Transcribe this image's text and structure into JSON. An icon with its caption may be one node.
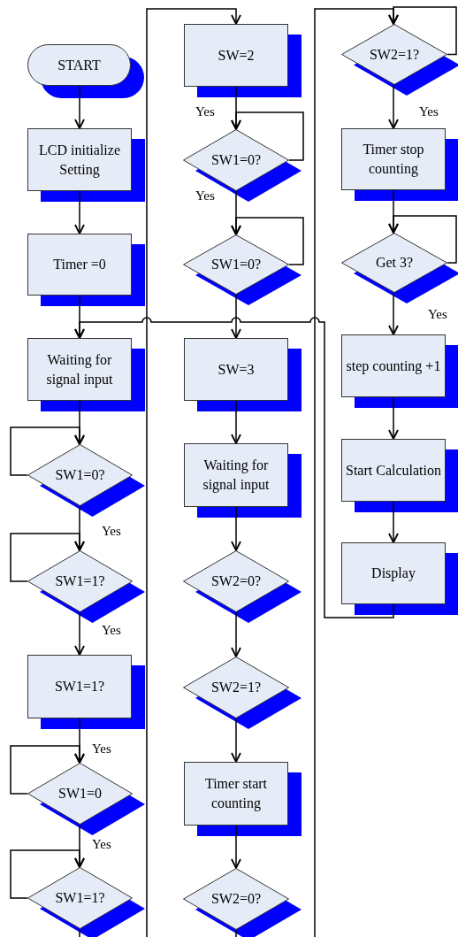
{
  "diagram": {
    "nodes": [
      {
        "text": [
          "START"
        ]
      },
      {
        "text": [
          "LCD initialize Setting"
        ]
      },
      {
        "text": [
          "Timer =0"
        ]
      },
      {
        "text": [
          "Waiting for signal input"
        ]
      },
      {
        "text": [
          "SW1=0?"
        ]
      },
      {
        "text": [
          "SW1=1?"
        ]
      },
      {
        "text": [
          "SW1=1?"
        ]
      },
      {
        "text": [
          "SW1=0"
        ]
      },
      {
        "text": [
          "SW1=1?"
        ]
      },
      {
        "text": [
          "SW=2"
        ]
      },
      {
        "text": [
          "SW1=0?"
        ]
      },
      {
        "text": [
          "SW1=0?"
        ]
      },
      {
        "text": [
          "SW=3"
        ]
      },
      {
        "text": [
          "Waiting for signal input"
        ]
      },
      {
        "text": [
          "SW2=0?"
        ]
      },
      {
        "text": [
          "SW2=1?"
        ]
      },
      {
        "text": [
          "Timer start counting"
        ]
      },
      {
        "text": [
          "SW2=0?"
        ]
      },
      {
        "text": [
          "SW2=1?"
        ]
      },
      {
        "text": [
          "Timer stop counting"
        ]
      },
      {
        "text": [
          "Get 3?"
        ]
      },
      {
        "text": [
          "step counting +1"
        ]
      },
      {
        "text": [
          "Start Calculation"
        ]
      },
      {
        "text": [
          "Display"
        ]
      }
    ],
    "edges": [
      {
        "from": 0,
        "to": 1,
        "arrow": "to"
      },
      {
        "from": 1,
        "to": 2,
        "arrow": "to"
      },
      {
        "from": 2,
        "to": 3,
        "arrow": "to"
      },
      {
        "from": 3,
        "to": 4,
        "arrow": "to"
      },
      {
        "from": 4,
        "to": 4,
        "arrow": "to"
      },
      {
        "from": 4,
        "to": 5,
        "arrow": "to",
        "label": "Yes"
      },
      {
        "from": 5,
        "to": 5,
        "arrow": "to"
      },
      {
        "from": 5,
        "to": 6,
        "arrow": "to",
        "label": "Yes"
      },
      {
        "from": 6,
        "to": 7,
        "arrow": "to",
        "label": "Yes"
      },
      {
        "from": 7,
        "to": 7,
        "arrow": "to"
      },
      {
        "from": 7,
        "to": 8,
        "arrow": "to",
        "label": "Yes"
      },
      {
        "from": 8,
        "to": 8,
        "arrow": "to"
      },
      {
        "from": 8,
        "to": 9,
        "arrow": "to"
      },
      {
        "from": 9,
        "to": 10,
        "arrow": "to",
        "label": "Yes"
      },
      {
        "from": 10,
        "to": 10,
        "arrow": "to"
      },
      {
        "from": 10,
        "to": 11,
        "arrow": "to",
        "label": "Yes"
      },
      {
        "from": 11,
        "to": 11,
        "arrow": "to"
      },
      {
        "from": 11,
        "to": 12,
        "arrow": "to"
      },
      {
        "from": 12,
        "to": 13,
        "arrow": "to"
      },
      {
        "from": 13,
        "to": 14,
        "arrow": "to"
      },
      {
        "from": 14,
        "to": 15,
        "arrow": "to"
      },
      {
        "from": 15,
        "to": 16,
        "arrow": "to"
      },
      {
        "from": 16,
        "to": 17,
        "arrow": "to"
      },
      {
        "from": 17,
        "to": 18,
        "arrow": "to"
      },
      {
        "from": 18,
        "to": 18,
        "arrow": "to"
      },
      {
        "from": 18,
        "to": 19,
        "arrow": "to",
        "label": "Yes"
      },
      {
        "from": 19,
        "to": 20,
        "arrow": "to"
      },
      {
        "from": 20,
        "to": 20,
        "arrow": "to"
      },
      {
        "from": 20,
        "to": 21,
        "arrow": "to",
        "label": "Yes"
      },
      {
        "from": 21,
        "to": 22,
        "arrow": "to"
      },
      {
        "from": 22,
        "to": 23,
        "arrow": "to"
      },
      {
        "from": 23,
        "to": 3,
        "arrow": "to"
      }
    ]
  }
}
